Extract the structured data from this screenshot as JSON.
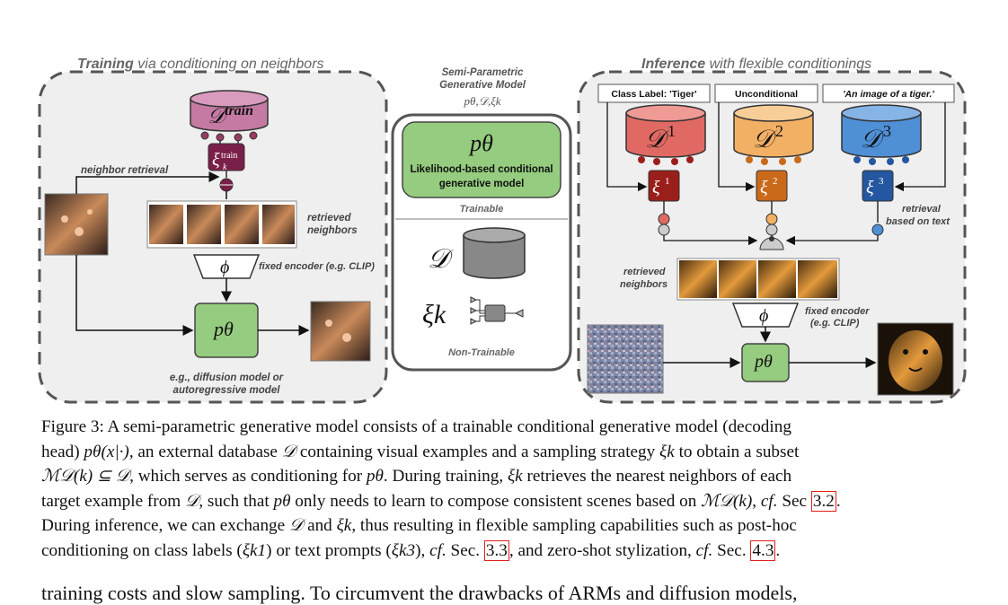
{
  "figure": {
    "training": {
      "title_bold": "Training",
      "title_rest": " via conditioning on neighbors",
      "database_label": "𝒟",
      "database_sup": "train",
      "sampler_label": "ξ",
      "sampler_sub": "k",
      "sampler_sup": "train",
      "neighbor_retrieval_label": "neighbor retrieval",
      "retrieved_neighbors_label_1": "retrieved",
      "retrieved_neighbors_label_2": "neighbors",
      "encoder_symbol": "ϕ",
      "encoder_label": "fixed encoder (e.g. CLIP)",
      "model_symbol": "pθ",
      "model_note_1": "e.g., diffusion model or",
      "model_note_2": "autoregressive model"
    },
    "center": {
      "title_1": "Semi-Parametric",
      "title_2": "Generative Model",
      "title_math": "pθ,𝒟,ξk",
      "model_symbol": "pθ",
      "model_desc_1": "Likelihood-based conditional",
      "model_desc_2": "generative model",
      "trainable_label": "Trainable",
      "database_symbol": "𝒟",
      "sampler_symbol": "ξk",
      "non_trainable_label": "Non-Trainable"
    },
    "inference": {
      "title_bold": "Inference",
      "title_rest": " with flexible conditionings",
      "conditions": [
        "Class Label: 'Tiger'",
        "Unconditional",
        "'An image of a tiger.'"
      ],
      "databases": [
        {
          "label": "𝒟",
          "sup": "1",
          "color": "#e06a63"
        },
        {
          "label": "𝒟",
          "sup": "2",
          "color": "#f2b064"
        },
        {
          "label": "𝒟",
          "sup": "3",
          "color": "#4f8fd6"
        }
      ],
      "samplers": [
        {
          "label": "ξ",
          "sup": "1",
          "color": "#9a1f1b"
        },
        {
          "label": "ξ",
          "sup": "2",
          "color": "#c96a1b"
        },
        {
          "label": "ξ",
          "sup": "3",
          "color": "#24579f"
        }
      ],
      "retrieval_text_1": "retrieval",
      "retrieval_text_2": "based on text",
      "retrieved_neighbors_label_1": "retrieved",
      "retrieved_neighbors_label_2": "neighbors",
      "encoder_symbol": "ϕ",
      "encoder_label_1": "fixed encoder",
      "encoder_label_2": "(e.g. CLIP)",
      "model_symbol": "pθ"
    },
    "colors": {
      "green": "#95cc7f",
      "purple": "#c47aa3",
      "dark_purple": "#7a1f49",
      "gray_panel": "#efefef"
    }
  },
  "caption": {
    "l1": "Figure 3:  A semi-parametric generative model consists of a trainable conditional generative model (decoding",
    "l2a": "head) ",
    "l2_math1": "pθ(x|·)",
    "l2b": ", an external database ",
    "l2_math2": "𝒟",
    "l2c": " containing visual examples and a sampling strategy ",
    "l2_math3": "ξk",
    "l2d": " to obtain a subset",
    "l3_math1": "ℳ𝒟(k) ⊆ 𝒟",
    "l3a": ", which serves as conditioning for ",
    "l3_math2": "pθ",
    "l3b": ". During training, ",
    "l3_math3": "ξk",
    "l3c": " retrieves the nearest neighbors of each",
    "l4a": "target example from ",
    "l4_math1": "𝒟",
    "l4b": ", such that ",
    "l4_math2": "pθ",
    "l4c": " only needs to learn to compose consistent scenes based on ",
    "l4_math3": "ℳ𝒟(k)",
    "l4d": ", ",
    "l4_cf": "cf.",
    "l4e": " Sec ",
    "l4_ref": "3.2",
    "l4f": ".",
    "l5a": "During inference, we can exchange ",
    "l5_math1": "𝒟",
    "l5b": " and ",
    "l5_math2": "ξk",
    "l5c": ", thus resulting in flexible sampling capabilities such as post-hoc",
    "l6a": "conditioning on class labels (",
    "l6_math1": "ξk1",
    "l6b": ") or text prompts (",
    "l6_math2": "ξk3",
    "l6c": "), ",
    "l6_cf1": "cf.",
    "l6d": " Sec. ",
    "l6_ref1": "3.3",
    "l6e": ", and zero-shot stylization, ",
    "l6_cf2": "cf.",
    "l6f": " Sec. ",
    "l6_ref2": "4.3",
    "l6g": "."
  },
  "body_text": "training costs and slow sampling. To circumvent the drawbacks of ARMs and diffusion models,"
}
